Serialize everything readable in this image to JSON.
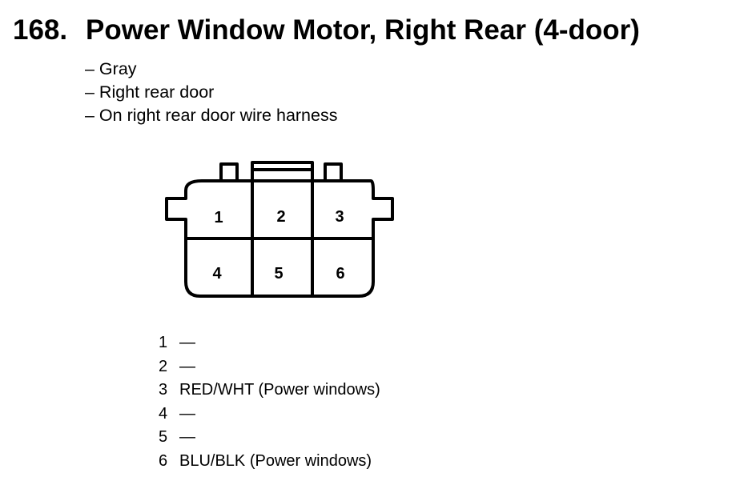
{
  "header": {
    "number": "168.",
    "title": "Power Window Motor, Right Rear (4-door)"
  },
  "details": [
    "– Gray",
    "– Right rear door",
    "– On right rear door wire harness"
  ],
  "connector": {
    "pin_labels": [
      "1",
      "2",
      "3",
      "4",
      "5",
      "6"
    ]
  },
  "pins": [
    {
      "pin": "1",
      "wire": "—"
    },
    {
      "pin": "2",
      "wire": "—"
    },
    {
      "pin": "3",
      "wire": "RED/WHT (Power windows)"
    },
    {
      "pin": "4",
      "wire": "—"
    },
    {
      "pin": "5",
      "wire": "—"
    },
    {
      "pin": "6",
      "wire": "BLU/BLK (Power windows)"
    }
  ]
}
